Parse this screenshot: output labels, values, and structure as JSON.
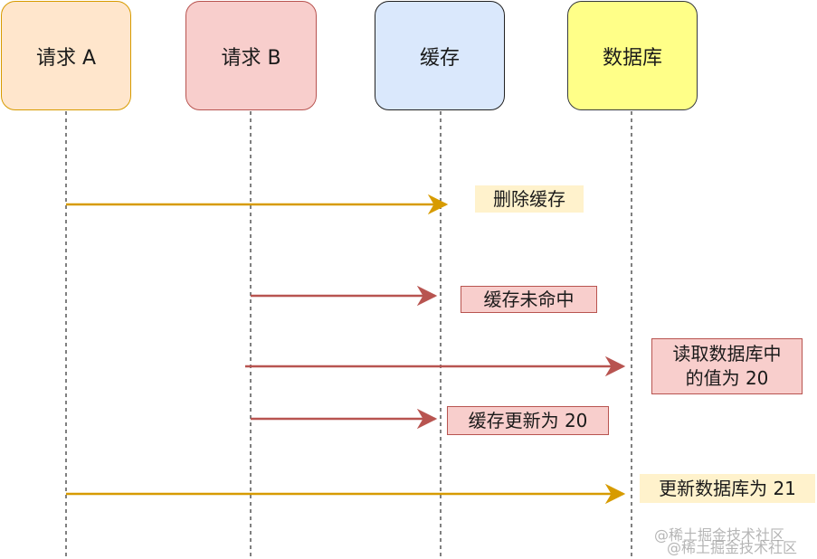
{
  "actors": [
    {
      "id": "req-a",
      "label": "请求 A",
      "fill": "#ffe6cc",
      "stroke": "#d79b00"
    },
    {
      "id": "req-b",
      "label": "请求 B",
      "fill": "#f8cecc",
      "stroke": "#b85450"
    },
    {
      "id": "cache",
      "label": "缓存",
      "fill": "#dae8fc",
      "stroke": "#222222"
    },
    {
      "id": "db",
      "label": "数据库",
      "fill": "#ffff88",
      "stroke": "#36393d"
    }
  ],
  "messages": [
    {
      "from": "req-a",
      "to": "cache",
      "label": "删除缓存",
      "color": "#d79b00",
      "label_fill": "#fff2cc",
      "label_stroke": "#fff2cc"
    },
    {
      "from": "req-b",
      "to": "cache",
      "label": "缓存未命中",
      "color": "#b85450",
      "label_fill": "#f8cecc",
      "label_stroke": "#b85450"
    },
    {
      "from": "req-b",
      "to": "db",
      "label": "读取数据库中\n的值为 20",
      "color": "#b85450",
      "label_fill": "#f8cecc",
      "label_stroke": "#b85450"
    },
    {
      "from": "req-b",
      "to": "cache",
      "label": "缓存更新为 20",
      "color": "#b85450",
      "label_fill": "#f8cecc",
      "label_stroke": "#b85450"
    },
    {
      "from": "req-a",
      "to": "db",
      "label": "更新数据库为 21",
      "color": "#d79b00",
      "label_fill": "#fff2cc",
      "label_stroke": "#fff2cc"
    }
  ],
  "watermark": {
    "line1": "@稀土掘金技术社区",
    "line2": "@稀土掘金技术社区"
  }
}
